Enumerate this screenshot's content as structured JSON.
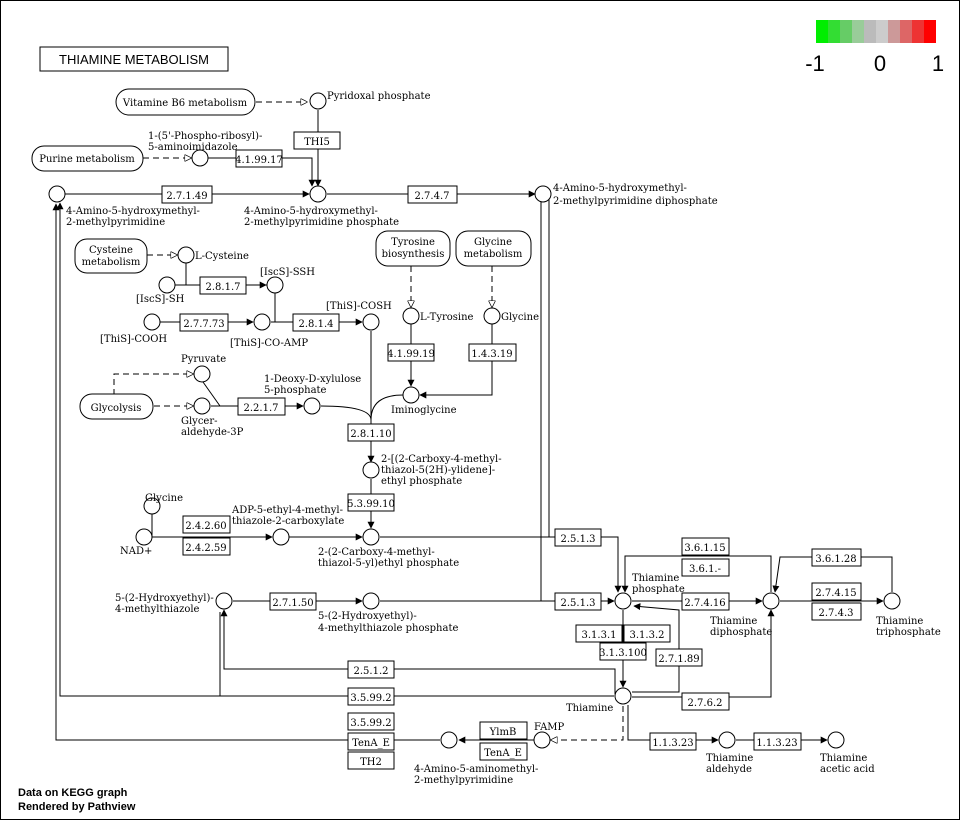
{
  "title": "THIAMINE METABOLISM",
  "legend": {
    "min_label": "-1",
    "mid_label": "0",
    "max_label": "1",
    "colors": [
      "#00ee00",
      "#33dd33",
      "#66cc66",
      "#99cc99",
      "#bbbbbb",
      "#cccccc",
      "#cc9999",
      "#dd6666",
      "#ee3333",
      "#ff0000"
    ]
  },
  "footer": {
    "line1": "Data on KEGG graph",
    "line2": "Rendered by Pathview"
  },
  "highlight_colors": {
    "up": "#ff0000",
    "down": "#00ee00"
  },
  "maps": {
    "vitamin_b6": "Vitamine B6 metabolism",
    "purine": "Purine metabolism",
    "cysteine_1": "Cysteine",
    "cysteine_2": "metabolism",
    "tyrosine_1": "Tyrosine",
    "tyrosine_2": "biosynthesis",
    "glycine_1": "Glycine",
    "glycine_2": "metabolism",
    "glycolysis": "Glycolysis"
  },
  "enzymes": {
    "thi5": "THI5",
    "e4_99_17": "4.1.99.17",
    "e2_7_1_49": "2.7.1.49",
    "e2_7_4_7": "2.7.4.7",
    "e2_8_1_7": "2.8.1.7",
    "e2_7_7_73": "2.7.7.73",
    "e2_8_1_4": "2.8.1.4",
    "e4_99_19": "4.1.99.19",
    "e1_4_3_19": "1.4.3.19",
    "e2_2_1_7": "2.2.1.7",
    "e2_8_1_10": "2.8.1.10",
    "e5_3_99_10": "5.3.99.10",
    "e2_4_2_60": "2.4.2.60",
    "e2_4_2_59": "2.4.2.59",
    "e2_5_1_3a": "2.5.1.3",
    "e2_5_1_3b": "2.5.1.3",
    "e3_6_1_15": "3.6.1.15",
    "e3_6_1_x": "3.6.1.-",
    "e3_6_1_28": "3.6.1.28",
    "e2_7_4_15": "2.7.4.15",
    "e2_7_4_3": "2.7.4.3",
    "e2_7_1_50": "2.7.1.50",
    "e2_7_4_16": "2.7.4.16",
    "e3_1_3_1": "3.1.3.1",
    "e3_1_3_2": "3.1.3.2",
    "e3_1_3_100": "3.1.3.100",
    "e2_7_1_89": "2.7.1.89",
    "e2_5_1_2": "2.5.1.2",
    "e3_5_99_2a": "3.5.99.2",
    "e3_5_99_2b": "3.5.99.2",
    "e2_7_6_2": "2.7.6.2",
    "tena_e_1": "TenA_E",
    "th2": "TH2",
    "ylmb": "YlmB",
    "tena_e_2": "TenA_E",
    "e1_1_3_23a": "1.1.3.23",
    "e1_1_3_23b": "1.1.3.23"
  },
  "compounds": {
    "pyridoxal_phosphate": "Pyridoxal phosphate",
    "phosphoribosyl_1": "1-(5'-Phospho-ribosyl)-",
    "phosphoribosyl_2": "5-aminoimidazole",
    "hmp_1": "4-Amino-5-hydroxymethyl-",
    "hmp_2": "2-methylpyrimidine",
    "hmpp_1": "4-Amino-5-hydroxymethyl-",
    "hmpp_2": "2-methylpyrimidine phosphate",
    "hmppp_1": "4-Amino-5-hydroxymethyl-",
    "hmppp_2": "2-methylpyrimidine diphosphate",
    "l_cysteine": "L-Cysteine",
    "iscs_ssh": "[IscS]-SSH",
    "iscs_sh": "[IscS]-SH",
    "this_cosh": "[ThiS]-COSH",
    "this_cooh": "[ThiS]-COOH",
    "this_coamp": "[ThiS]-CO-AMP",
    "l_tyrosine": "L-Tyrosine",
    "glycine_1": "Glycine",
    "pyruvate": "Pyruvate",
    "dxp_1": "1-Deoxy-D-xylulose",
    "dxp_2": "5-phosphate",
    "iminoglycine": "Iminoglycine",
    "ga3p_1": "Glycer-",
    "ga3p_2": "aldehyde-3P",
    "carboxy_yl_1": "2-[(2-Carboxy-4-methyl-",
    "carboxy_yl_2": "thiazol-5(2H)-ylidene]-",
    "carboxy_yl_3": "ethyl phosphate",
    "glycine_2": "Glycine",
    "adp_thz_1": "ADP-5-ethyl-4-methyl-",
    "adp_thz_2": "thiazole-2-carboxylate",
    "nad": "NAD+",
    "carboxy_thz_1": "2-(2-Carboxy-4-methyl-",
    "carboxy_thz_2": "thiazol-5-yl)ethyl phosphate",
    "hmt_1": "5-(2-Hydroxyethyl)-",
    "hmt_2": "4-methylthiazole",
    "hmtp_1": "5-(2-Hydroxyethyl)-",
    "hmtp_2": "4-methylthiazole phosphate",
    "tmp_1": "Thiamine",
    "tmp_2": "phosphate",
    "tdp_1": "Thiamine",
    "tdp_2": "diphosphate",
    "ttp_1": "Thiamine",
    "ttp_2": "triphosphate",
    "thiamine": "Thiamine",
    "famp": "FAMP",
    "amp_1": "4-Amino-5-aminomethyl-",
    "amp_2": "2-methylpyrimidine",
    "thiamine_aldehyde_1": "Thiamine",
    "thiamine_aldehyde_2": "aldehyde",
    "thiamine_acetic_1": "Thiamine",
    "thiamine_acetic_2": "acetic acid"
  }
}
